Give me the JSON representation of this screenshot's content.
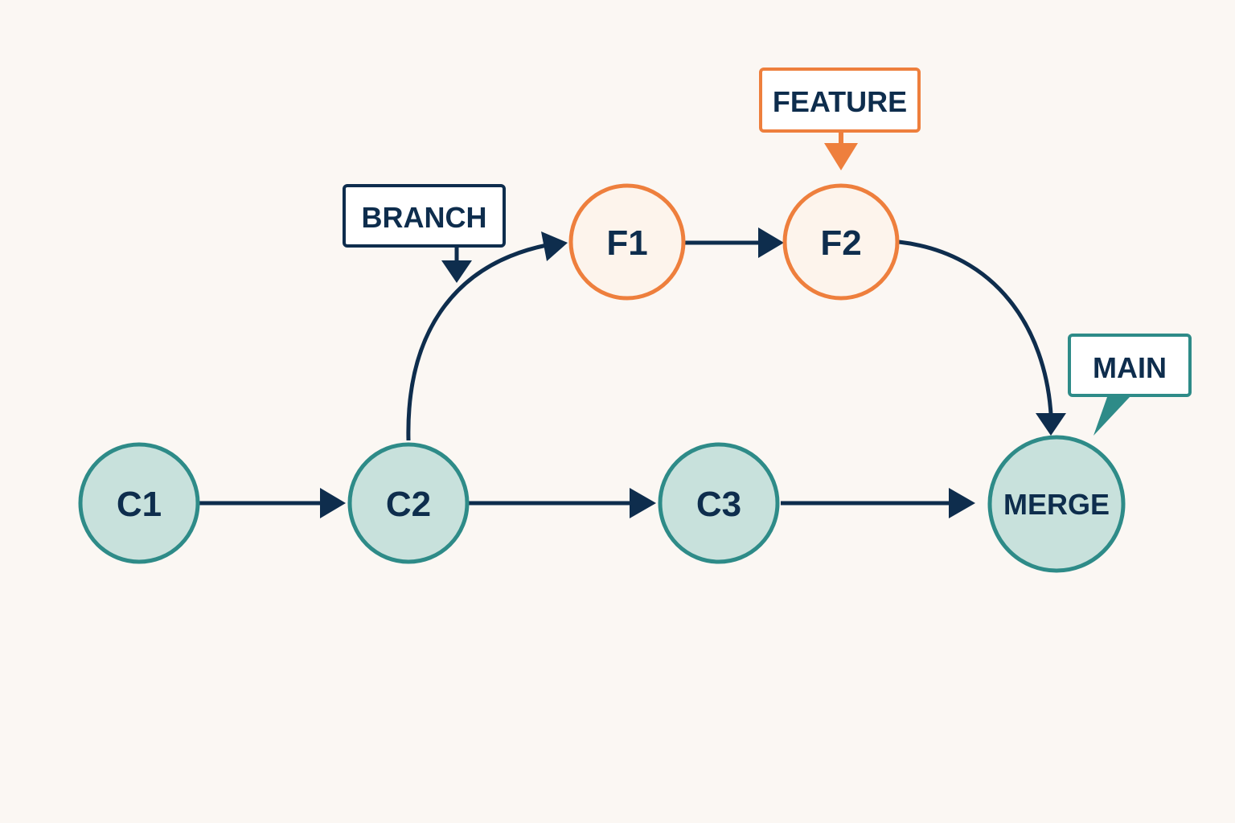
{
  "colors": {
    "background": "#fbf7f3",
    "main_stroke": "#2e8b88",
    "main_fill": "#c8e1dc",
    "feature_stroke": "#ee7f3d",
    "feature_fill": "#fdf4ec",
    "edge": "#0e2d4d",
    "text": "#0e2d4d",
    "label_fill": "#ffffff"
  },
  "nodes": [
    {
      "id": "c1",
      "label": "C1",
      "kind": "main"
    },
    {
      "id": "c2",
      "label": "C2",
      "kind": "main"
    },
    {
      "id": "c3",
      "label": "C3",
      "kind": "main"
    },
    {
      "id": "merge",
      "label": "MERGE",
      "kind": "main"
    },
    {
      "id": "f1",
      "label": "F1",
      "kind": "feature"
    },
    {
      "id": "f2",
      "label": "F2",
      "kind": "feature"
    }
  ],
  "edges": [
    {
      "from": "C1",
      "to": "C2"
    },
    {
      "from": "C2",
      "to": "C3"
    },
    {
      "from": "C3",
      "to": "MERGE"
    },
    {
      "from": "C2",
      "to": "F1"
    },
    {
      "from": "F1",
      "to": "F2"
    },
    {
      "from": "F2",
      "to": "MERGE"
    }
  ],
  "callouts": {
    "branch": {
      "text": "BRANCH",
      "icon": "arrow-down-icon"
    },
    "feature": {
      "text": "FEATURE",
      "icon": "arrow-down-icon"
    },
    "main": {
      "text": "MAIN",
      "icon": "speech-pointer-icon"
    }
  }
}
